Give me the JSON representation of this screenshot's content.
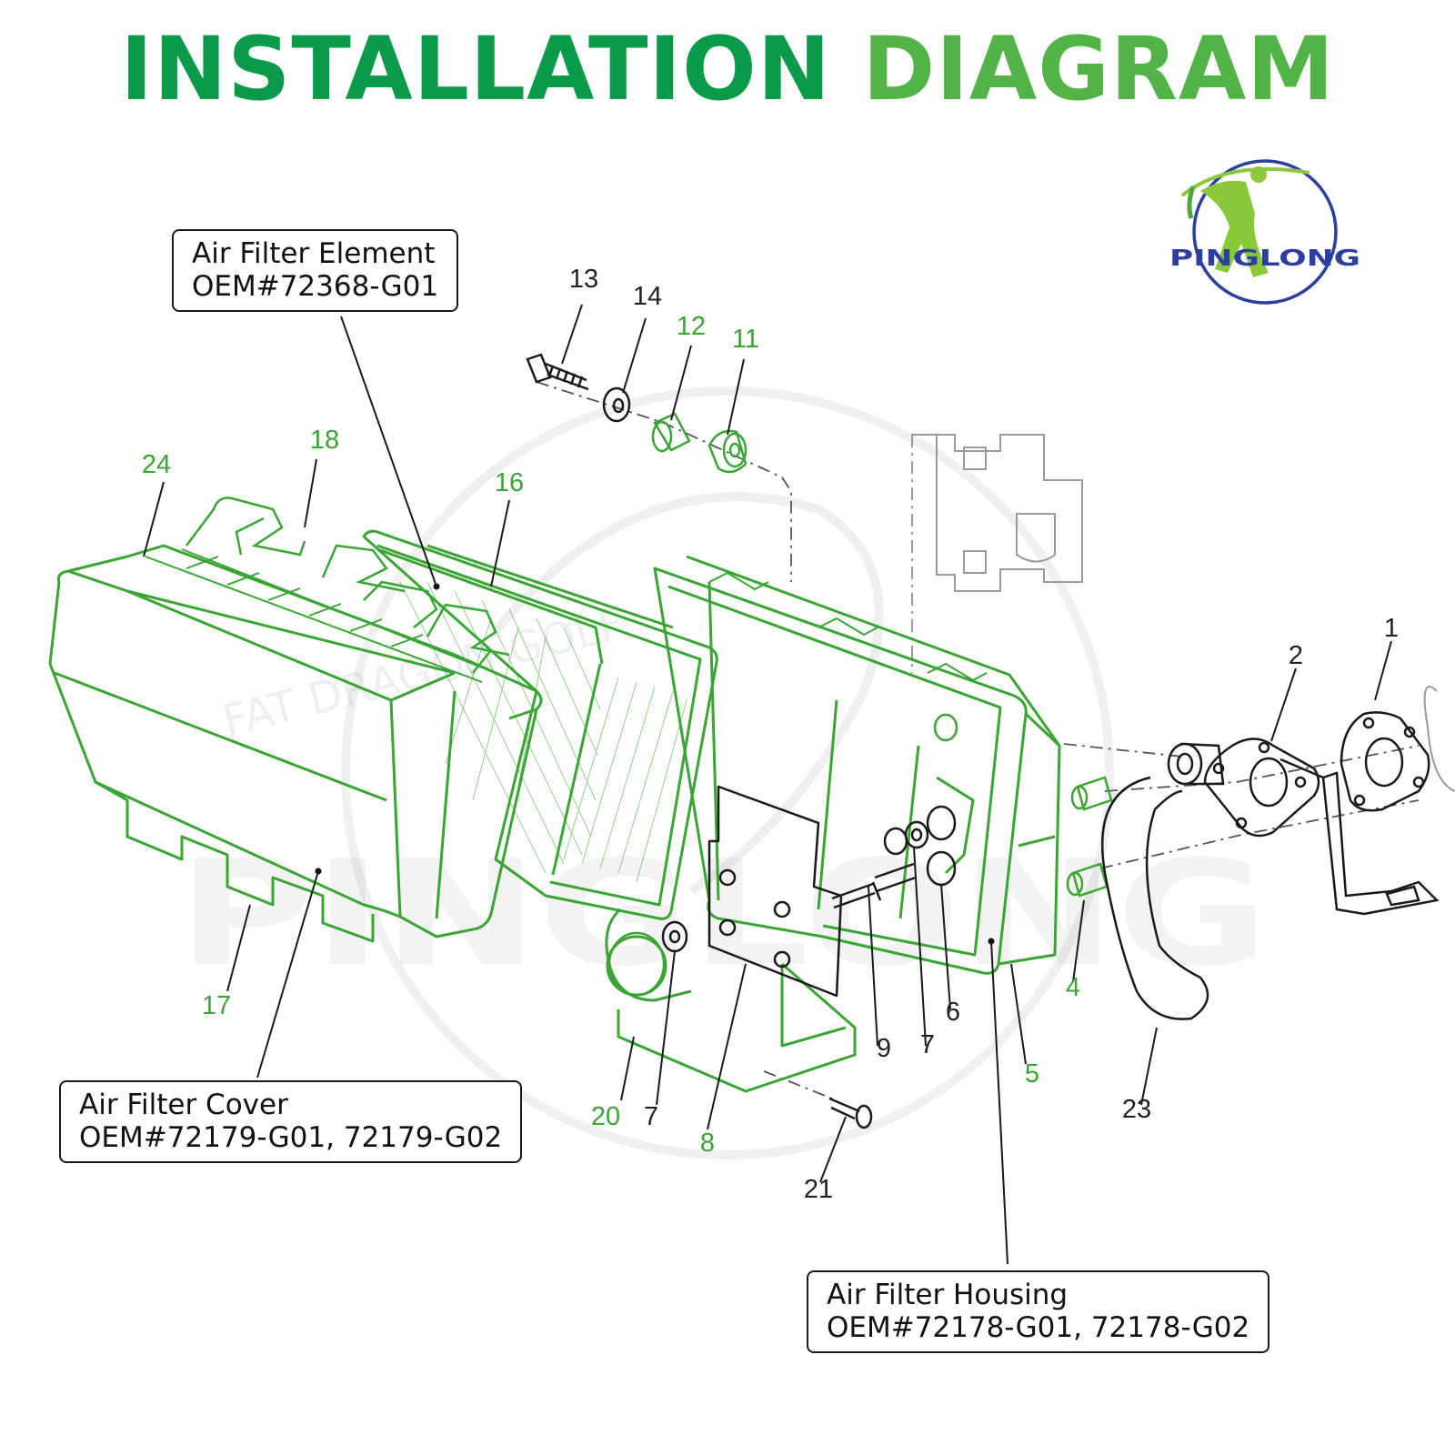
{
  "title": {
    "word1": "INSTALLATION",
    "word2": "DIAGRAM"
  },
  "logo": {
    "text": "PINGLONG"
  },
  "watermark": {
    "text1": "FAT DRAGON GOLF",
    "text2": "PINGLONG"
  },
  "callouts": {
    "element": {
      "line1": "Air Filter Element",
      "line2": "OEM#72368-G01"
    },
    "cover": {
      "line1": "Air Filter Cover",
      "line2": "OEM#72179-G01, 72179-G02"
    },
    "housing": {
      "line1": "Air Filter Housing",
      "line2": "OEM#72178-G01, 72178-G02"
    }
  },
  "parts": [
    {
      "id": "p1",
      "label": "1",
      "color": "#222222"
    },
    {
      "id": "p2",
      "label": "2",
      "color": "#222222"
    },
    {
      "id": "p4",
      "label": "4",
      "color": "#3aa535"
    },
    {
      "id": "p5",
      "label": "5",
      "color": "#3aa535"
    },
    {
      "id": "p6",
      "label": "6",
      "color": "#222222"
    },
    {
      "id": "p7a",
      "label": "7",
      "color": "#222222"
    },
    {
      "id": "p7b",
      "label": "7",
      "color": "#222222"
    },
    {
      "id": "p8",
      "label": "8",
      "color": "#3aa535"
    },
    {
      "id": "p9",
      "label": "9",
      "color": "#222222"
    },
    {
      "id": "p11",
      "label": "11",
      "color": "#3aa535"
    },
    {
      "id": "p12",
      "label": "12",
      "color": "#3aa535"
    },
    {
      "id": "p13",
      "label": "13",
      "color": "#222222"
    },
    {
      "id": "p14",
      "label": "14",
      "color": "#222222"
    },
    {
      "id": "p16",
      "label": "16",
      "color": "#3aa535"
    },
    {
      "id": "p17",
      "label": "17",
      "color": "#3aa535"
    },
    {
      "id": "p18",
      "label": "18",
      "color": "#3aa535"
    },
    {
      "id": "p20",
      "label": "20",
      "color": "#3aa535"
    },
    {
      "id": "p21",
      "label": "21",
      "color": "#222222"
    },
    {
      "id": "p23",
      "label": "23",
      "color": "#222222"
    },
    {
      "id": "p24",
      "label": "24",
      "color": "#3aa535"
    }
  ],
  "colors": {
    "green_dark": "#0a9b4a",
    "green_light": "#52b347",
    "line_green": "#3aa535",
    "logo_blue": "#2c3f9e"
  }
}
